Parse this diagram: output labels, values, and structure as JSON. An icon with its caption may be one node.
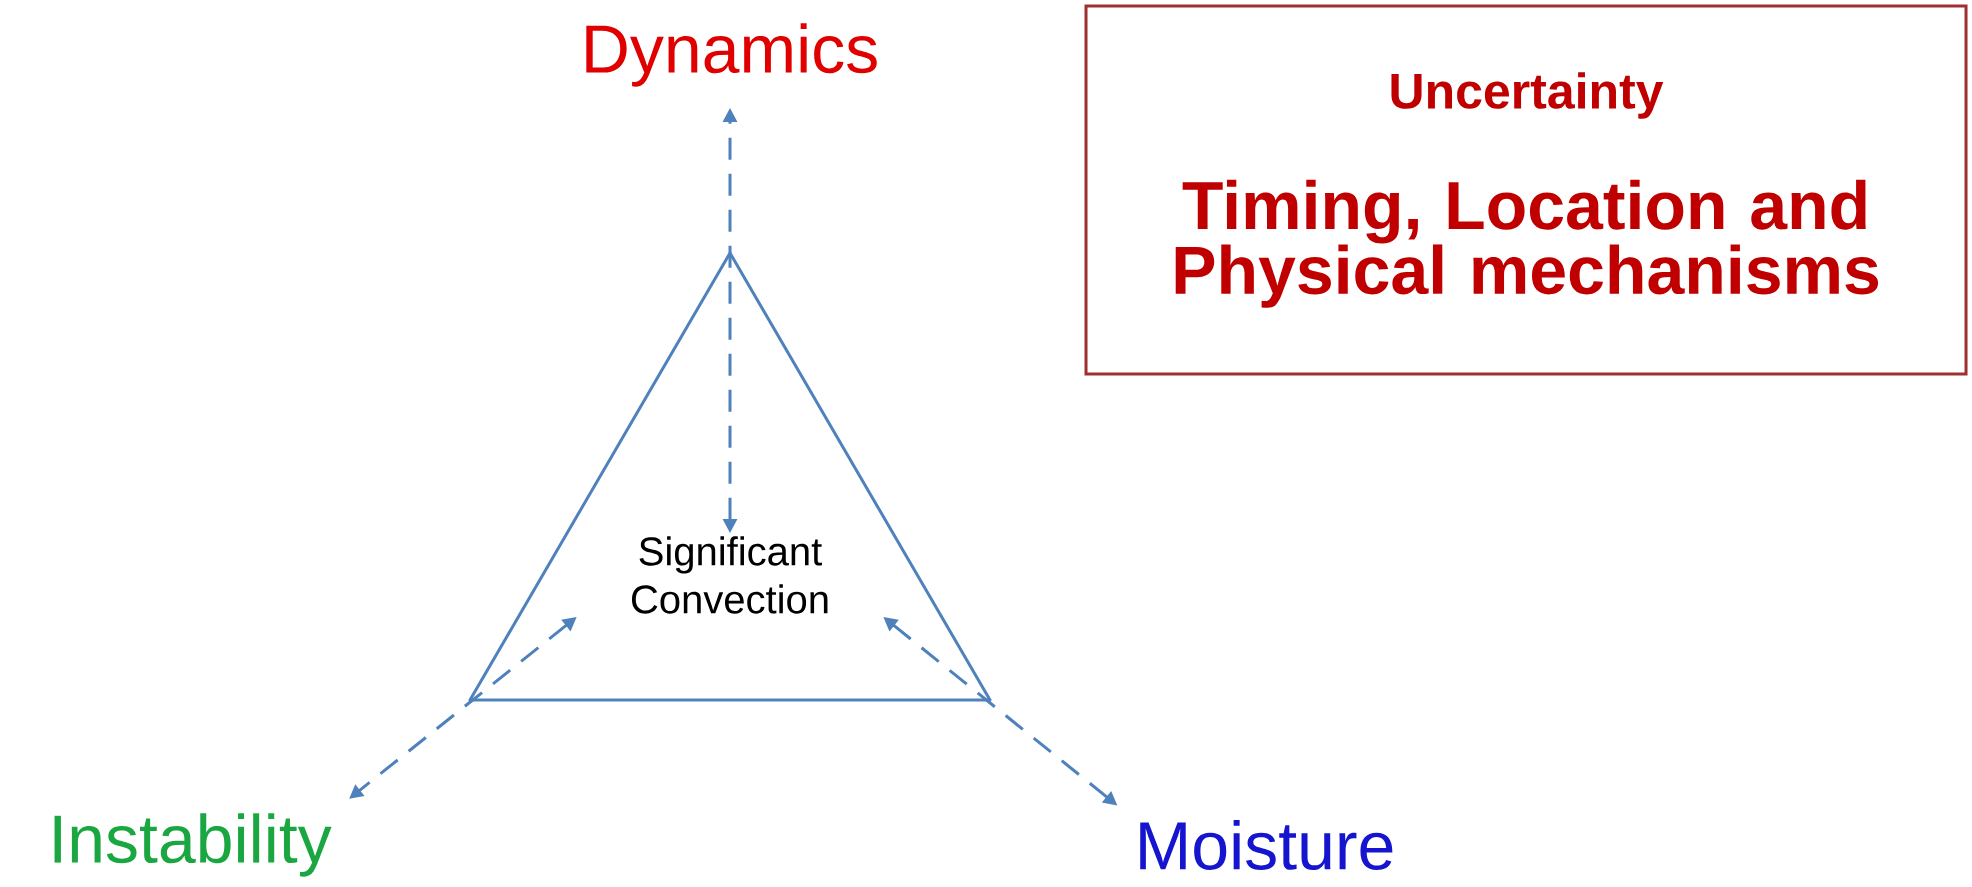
{
  "diagram": {
    "nodes": [
      {
        "text": [
          "Dynamics"
        ]
      },
      {
        "text": [
          "Instability"
        ]
      },
      {
        "text": [
          "Moisture"
        ]
      },
      {
        "text": [
          "Significant Convection"
        ]
      },
      {
        "text": [
          "Uncertainty",
          "Timing, Location and Physical mechanisms"
        ]
      }
    ],
    "edges": [
      {
        "from": 3,
        "to": 0,
        "arrow": "both",
        "style": "dashed"
      },
      {
        "from": 3,
        "to": 1,
        "arrow": "both",
        "style": "dashed"
      },
      {
        "from": 3,
        "to": 2,
        "arrow": "both",
        "style": "dashed"
      }
    ]
  }
}
